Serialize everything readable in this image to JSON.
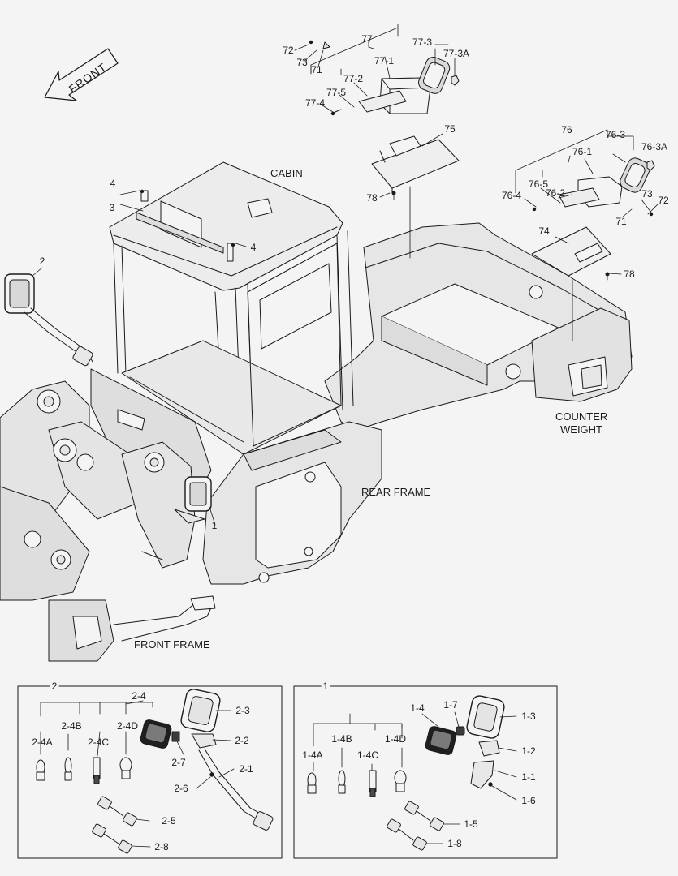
{
  "areas": {
    "front": "FRONT",
    "cabin": "CABIN",
    "counter_weight_line1": "COUNTER",
    "counter_weight_line2": "WEIGHT",
    "rear_frame": "REAR FRAME",
    "front_frame": "FRONT FRAME"
  },
  "labels": {
    "l72a": "72",
    "l73a": "73",
    "l71a": "71",
    "l77": "77",
    "l77_3": "77-3",
    "l77_3A": "77-3A",
    "l77_1": "77-1",
    "l77_2": "77-2",
    "l77_5": "77-5",
    "l77_4": "77-4",
    "l75": "75",
    "l78a": "78",
    "l76": "76",
    "l76_3": "76-3",
    "l76_3A": "76-3A",
    "l76_1": "76-1",
    "l76_2": "76-2",
    "l76_5": "76-5",
    "l76_4": "76-4",
    "l73b": "73",
    "l72b": "72",
    "l71b": "71",
    "l74": "74",
    "l78b": "78",
    "l4a": "4",
    "l3": "3",
    "l4b": "4",
    "l2": "2",
    "l1": "1"
  },
  "detail_left": {
    "title": "2",
    "labels": {
      "d2_4": "2-4",
      "d2_3": "2-3",
      "d2_4B": "2-4B",
      "d2_4D": "2-4D",
      "d2_4A": "2-4A",
      "d2_4C": "2-4C",
      "d2_2": "2-2",
      "d2_7": "2-7",
      "d2_1": "2-1",
      "d2_6": "2-6",
      "d2_5": "2-5",
      "d2_8": "2-8"
    }
  },
  "detail_right": {
    "title": "1",
    "labels": {
      "d1_4": "1-4",
      "d1_7": "1-7",
      "d1_3": "1-3",
      "d1_4B": "1-4B",
      "d1_4D": "1-4D",
      "d1_4A": "1-4A",
      "d1_4C": "1-4C",
      "d1_2": "1-2",
      "d1_1": "1-1",
      "d1_6": "1-6",
      "d1_5": "1-5",
      "d1_8": "1-8"
    }
  }
}
